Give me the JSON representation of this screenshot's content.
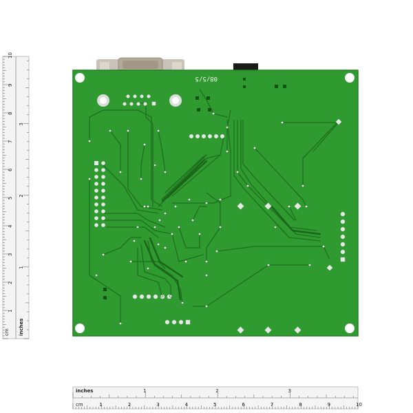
{
  "photo": {
    "subject": "PCB bottom side",
    "colors": {
      "background": "#ffffff",
      "board": "#2f9a2f",
      "board_edge": "#267f26",
      "trace": "#1e6f1e",
      "pad": "#e8e8e8",
      "connector": "#b9b0a4",
      "ruler_bg": "#f4f4f4",
      "ruler_line": "#555555"
    }
  },
  "board": {
    "silkscreen_text": "08/5/5"
  },
  "rulers": {
    "bottom": {
      "inches_label": "inches",
      "cm_label": "cm",
      "inch_numbers": [
        "1",
        "2",
        "3"
      ],
      "cm_numbers": [
        "1",
        "2",
        "3",
        "4",
        "5",
        "6",
        "7",
        "8",
        "9",
        "10"
      ]
    },
    "left": {
      "inches_label": "inches",
      "cm_label": "cm",
      "inch_numbers": [
        "1",
        "2",
        "3"
      ],
      "cm_numbers": [
        "1",
        "2",
        "3",
        "4",
        "5",
        "6",
        "7",
        "8",
        "9",
        "10"
      ]
    }
  }
}
